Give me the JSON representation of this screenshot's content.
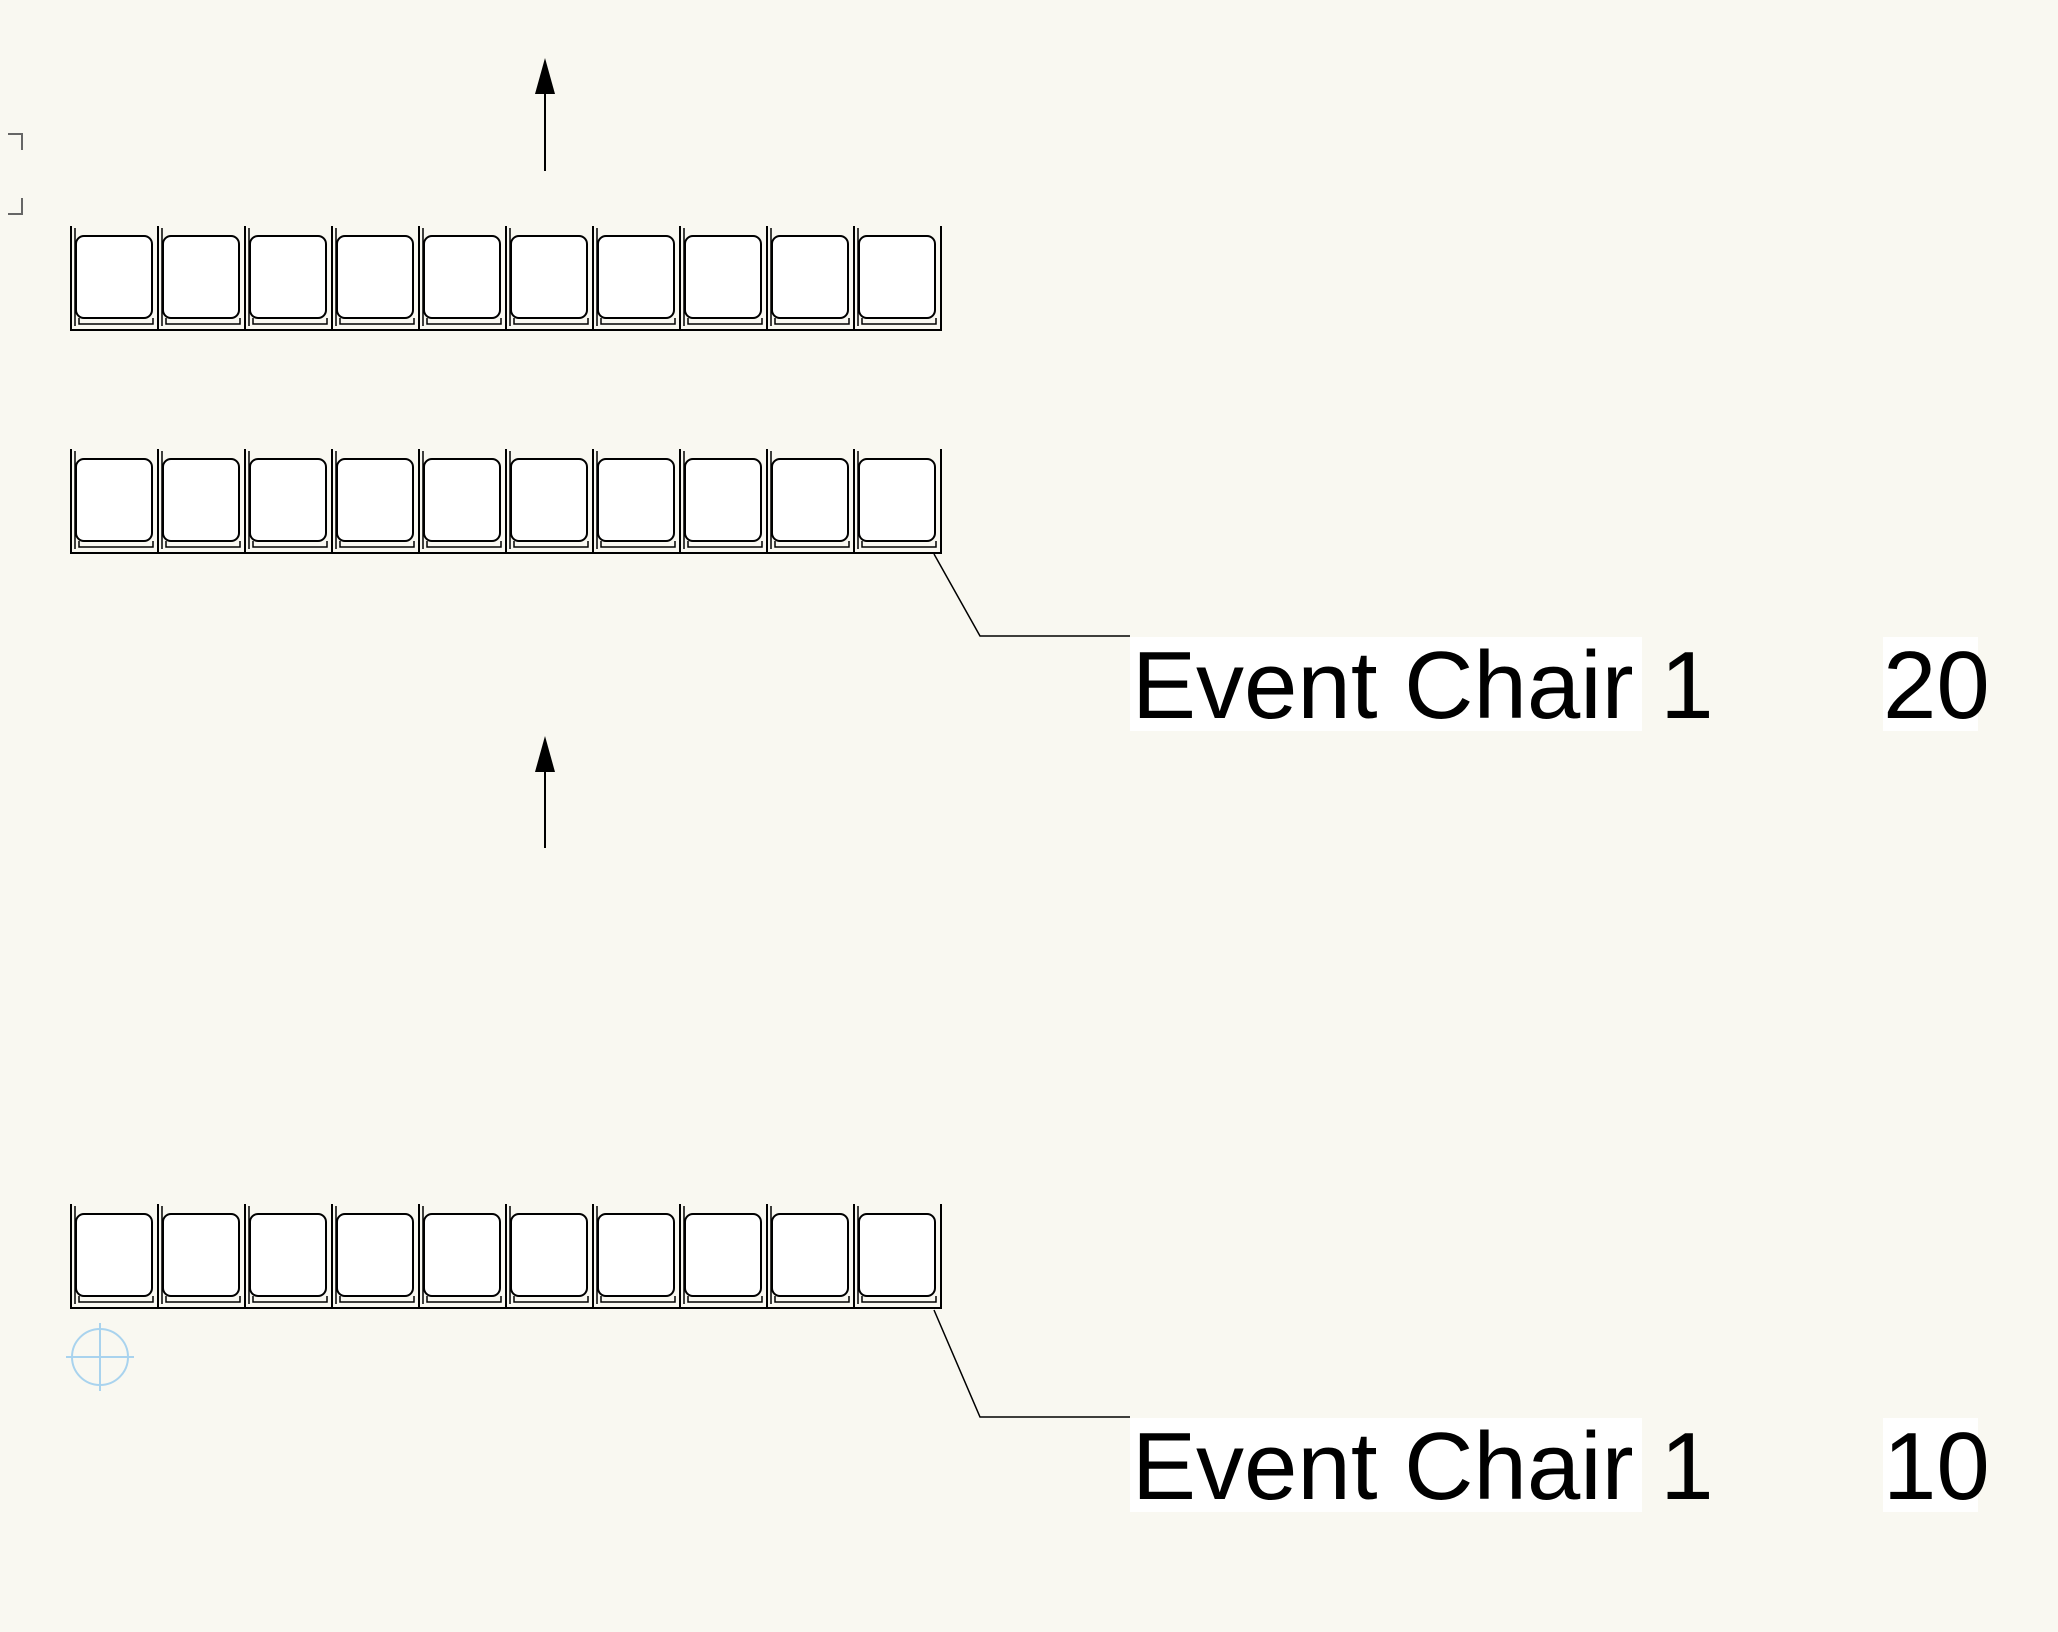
{
  "colors": {
    "background": "#f9f8f1",
    "line": "#000000",
    "chair_fill": "#ffffff",
    "label_bg": "#ffffff",
    "crosshair": "#a9d3ee"
  },
  "rows": [
    {
      "chairs": 10,
      "direction_arrow": true
    },
    {
      "chairs": 10,
      "direction_arrow": false,
      "tag": 0
    },
    {
      "chairs": 10,
      "direction_arrow": true,
      "tag": 1
    }
  ],
  "tags": [
    {
      "name": "Event Chair 1",
      "quantity": "20"
    },
    {
      "name": "Event Chair 1",
      "quantity": "10"
    }
  ],
  "icons": {
    "arrow": "arrow-up-icon",
    "origin": "crosshair-icon",
    "selection": "selection-bracket-icon"
  }
}
